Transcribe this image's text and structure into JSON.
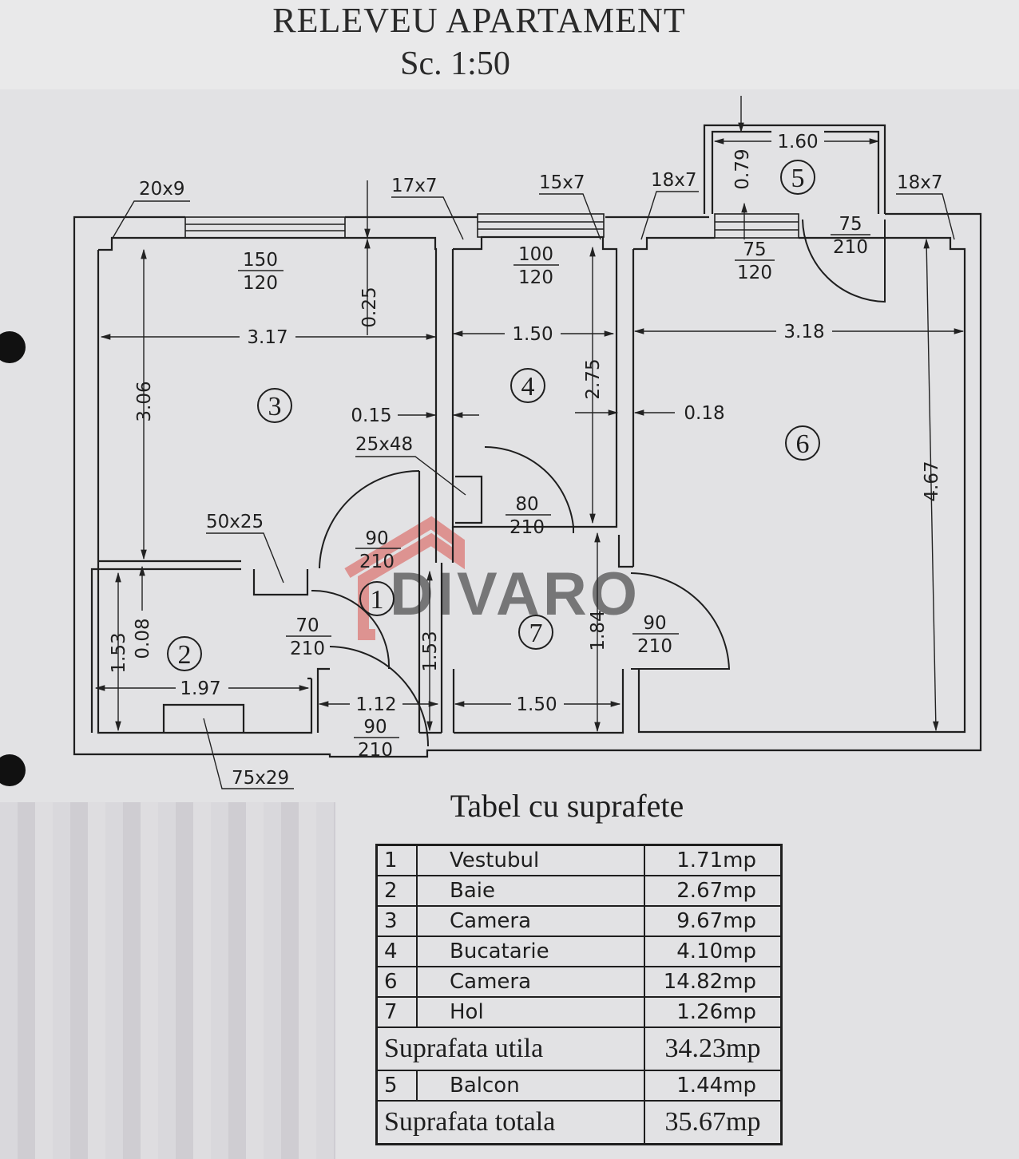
{
  "header": {
    "title": "RELEVEU APARTAMENT",
    "scale": "Sc. 1:50"
  },
  "plan": {
    "rooms": [
      "1",
      "2",
      "3",
      "4",
      "5",
      "6",
      "7"
    ],
    "room_dims": {
      "r3_width": "3.17",
      "r3_height": "3.06",
      "r4_width": "1.50",
      "r4_height": "2.75",
      "r6_width": "3.18",
      "r6_height": "4.67",
      "r5_width": "1.60",
      "r5_depth": "0.79",
      "r2_width": "1.97",
      "r2_height": "1.53",
      "r7_width": "1.50",
      "r7_height": "1.84",
      "r1_width": "1.12",
      "r1_height": "1.53",
      "wall_025": "0.25",
      "wall_015": "0.15",
      "wall_018": "0.18",
      "wall_008": "0.08"
    },
    "elements": {
      "col_20x9": "20x9",
      "col_17x7": "17x7",
      "col_15x7": "15x7",
      "col_18x7_a": "18x7",
      "col_18x7_b": "18x7",
      "duct_25x48": "25x48",
      "duct_50x25": "50x25",
      "tub_75x29": "75x29"
    },
    "openings": {
      "win_r3_w": "150",
      "win_r3_h": "120",
      "win_r4_w": "100",
      "win_r4_h": "120",
      "win_r6_w": "75",
      "win_r6_h": "120",
      "door_balcony_w": "75",
      "door_balcony_h": "210",
      "door_r3_w": "90",
      "door_r3_h": "210",
      "door_r4_w": "80",
      "door_r4_h": "210",
      "door_r6_w": "90",
      "door_r6_h": "210",
      "door_r2_w": "70",
      "door_r2_h": "210",
      "door_entry_w": "90",
      "door_entry_h": "210"
    },
    "watermark": "DIVARO"
  },
  "areas_table": {
    "title": "Tabel cu suprafete",
    "rows": [
      {
        "nr": "1",
        "name": "Vestubul",
        "area": "1.71mp"
      },
      {
        "nr": "2",
        "name": "Baie",
        "area": "2.67mp"
      },
      {
        "nr": "3",
        "name": "Camera",
        "area": "9.67mp"
      },
      {
        "nr": "4",
        "name": "Bucatarie",
        "area": "4.10mp"
      },
      {
        "nr": "6",
        "name": "Camera",
        "area": "14.82mp"
      },
      {
        "nr": "7",
        "name": "Hol",
        "area": "1.26mp"
      }
    ],
    "useful_label": "Suprafata utila",
    "useful_value": "34.23mp",
    "balcony": {
      "nr": "5",
      "name": "Balcon",
      "area": "1.44mp"
    },
    "total_label": "Suprafata totala",
    "total_value": "35.67mp"
  }
}
